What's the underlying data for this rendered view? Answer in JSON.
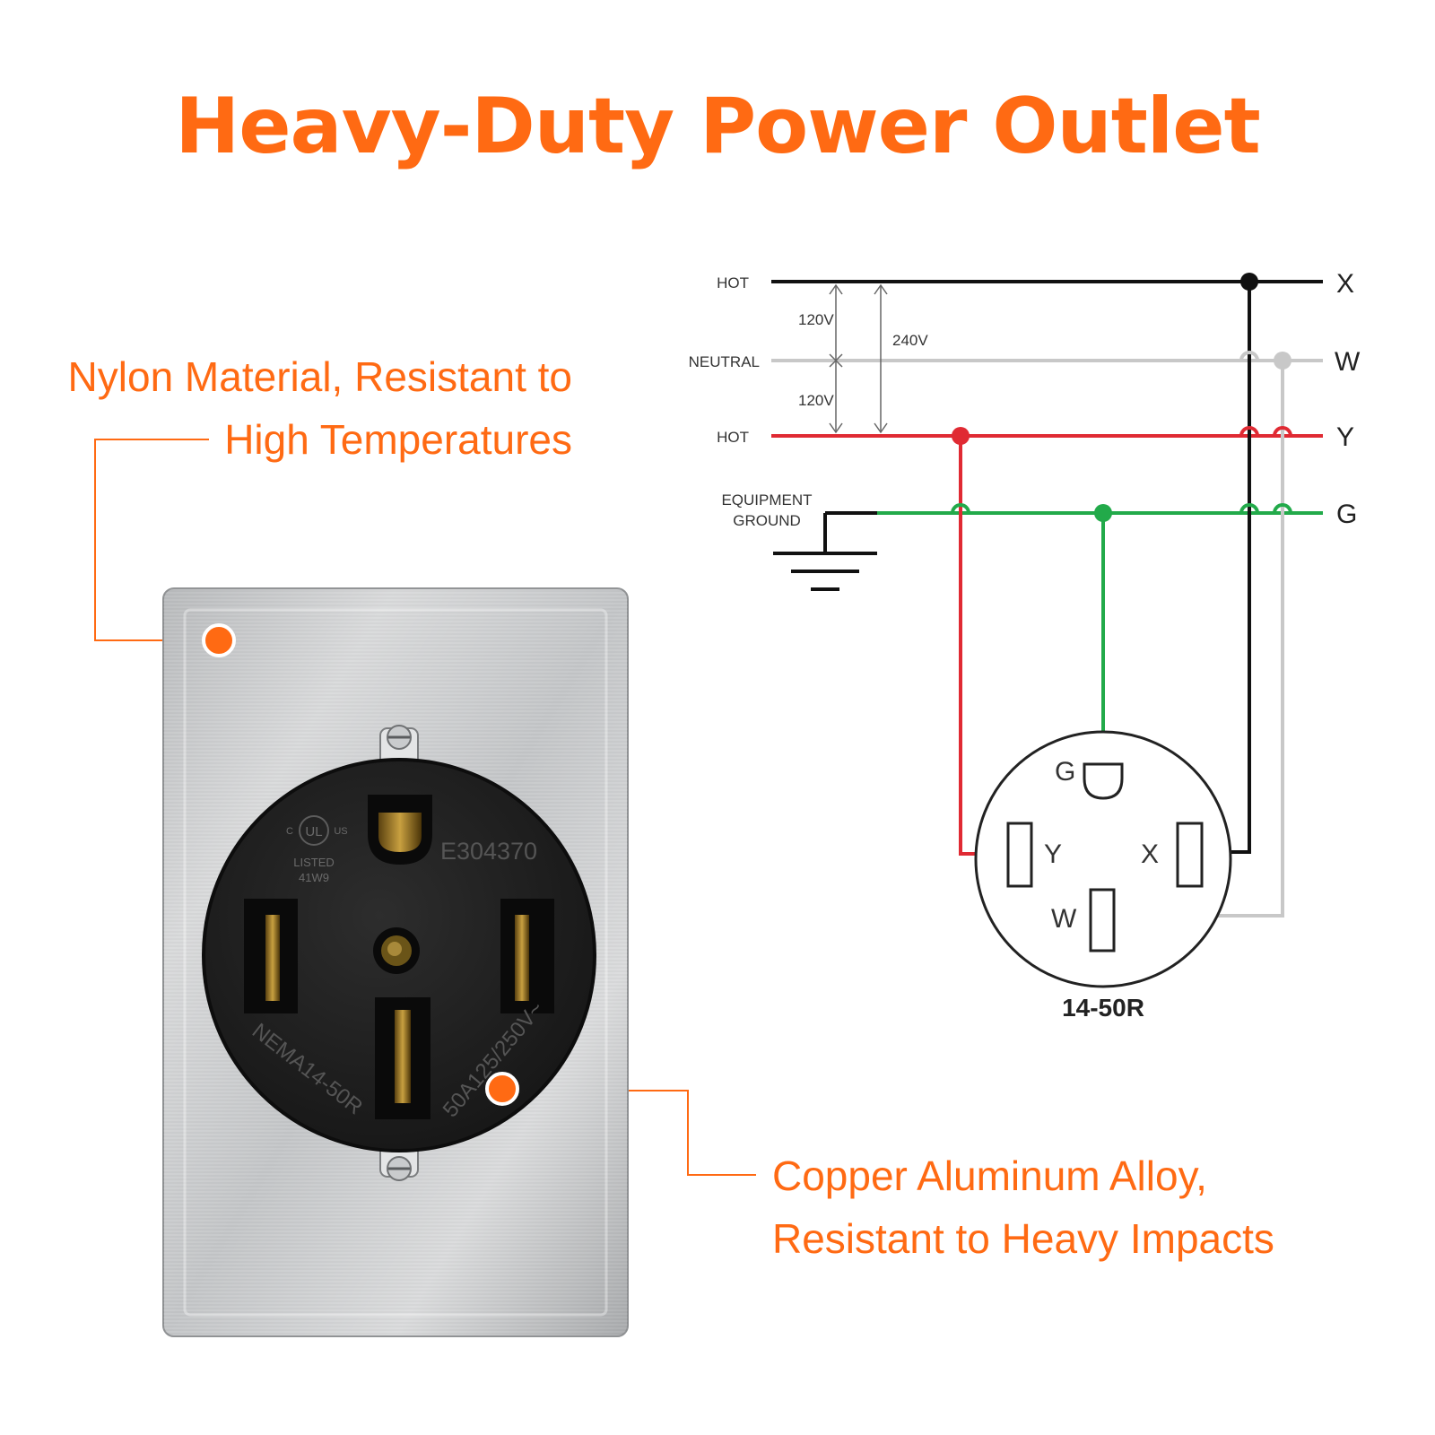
{
  "title": "Heavy-Duty Power Outlet",
  "callouts": {
    "nylon": {
      "line1": "Nylon Material, Resistant to",
      "line2": "High Temperatures"
    },
    "copper": {
      "line1": "Copper Aluminum Alloy,",
      "line2": "Resistant to Heavy Impacts"
    }
  },
  "colors": {
    "accent": "#ff6a13",
    "hot_x": "#111111",
    "neutral_w": "#c8c8c8",
    "hot_y": "#e02a33",
    "ground_g": "#22aa4a"
  },
  "diagram": {
    "labels": {
      "hot_top": "HOT",
      "neutral": "NEUTRAL",
      "hot_bottom": "HOT",
      "ground_line1": "EQUIPMENT",
      "ground_line2": "GROUND",
      "v120_top": "120V",
      "v120_bottom": "120V",
      "v240": "240V"
    },
    "buses": {
      "x": "X",
      "w": "W",
      "y": "Y",
      "g": "G"
    },
    "pins": {
      "g": "G",
      "y": "Y",
      "x": "X",
      "w": "W"
    },
    "receptacle_model": "14-50R"
  },
  "product": {
    "ul_left": "C",
    "ul_mark": "UL",
    "ul_right": "US",
    "listed": "LISTED",
    "listed_code": "41W9",
    "file_number": "E304370",
    "model": "NEMA14-50R",
    "rating": "50A125/250V~"
  }
}
